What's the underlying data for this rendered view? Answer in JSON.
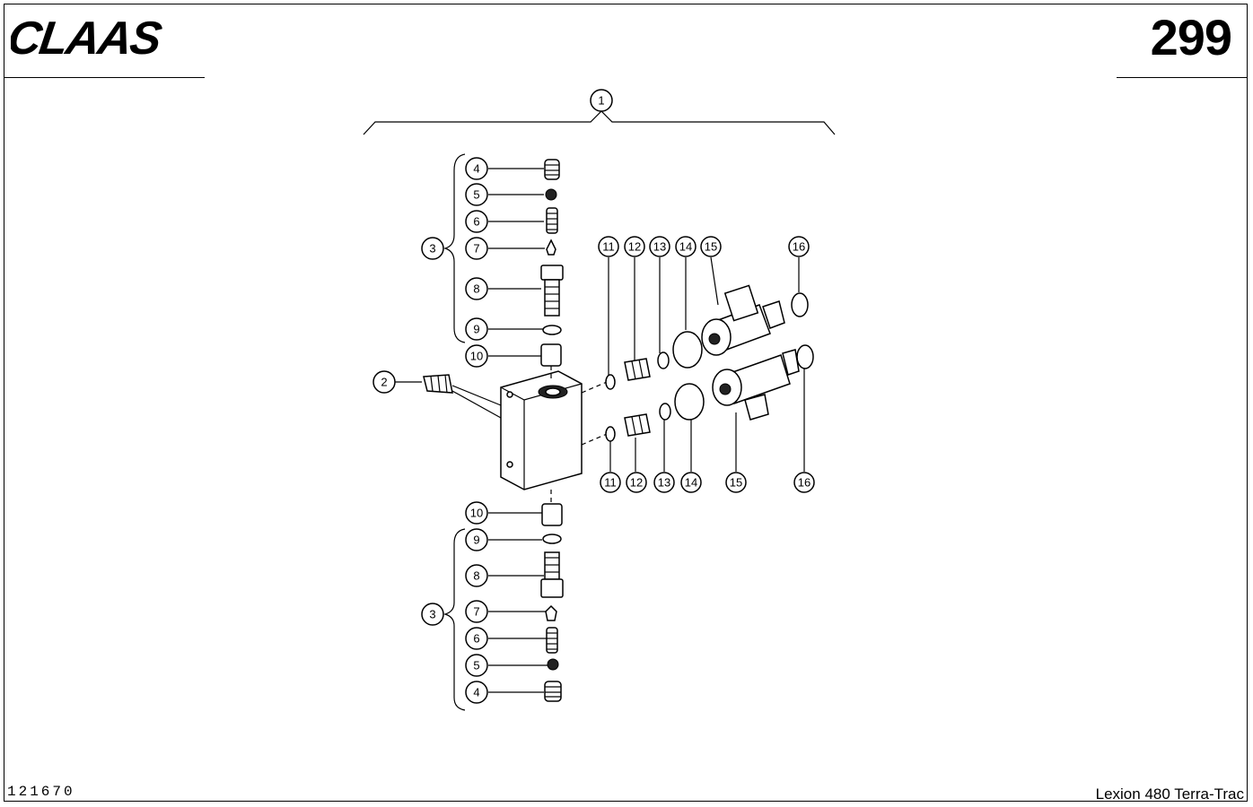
{
  "header": {
    "brand": "CLAAS",
    "page_number": "299"
  },
  "footer": {
    "drawing_number": "121670",
    "model": "Lexion 480 Terra-Trac"
  },
  "callouts": [
    "1",
    "2",
    "3",
    "4",
    "5",
    "6",
    "7",
    "8",
    "9",
    "10",
    "11",
    "12",
    "13",
    "14",
    "15",
    "16"
  ]
}
